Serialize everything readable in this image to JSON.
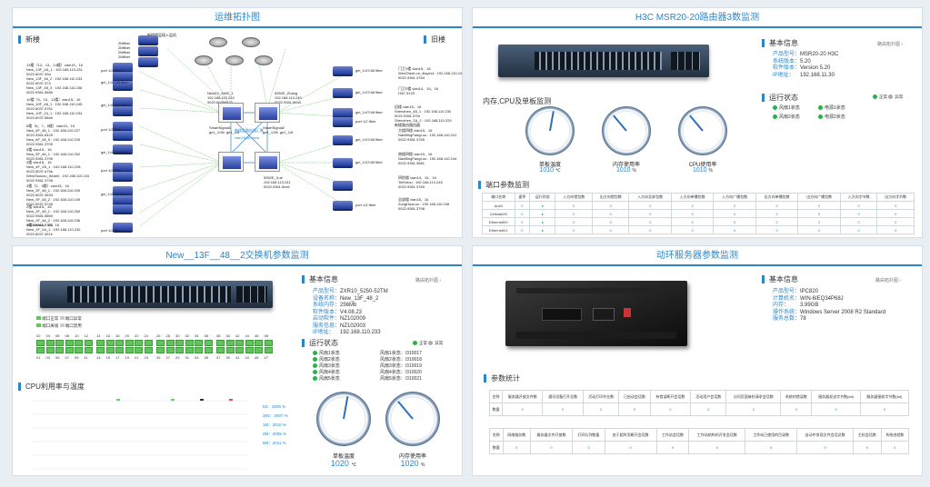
{
  "panels": {
    "topo": {
      "title": "运维拓扑图",
      "left_label": "新楼",
      "right_label": "旧楼"
    },
    "router": {
      "title": "H3C MSR20-20路由器3数监测"
    },
    "switch": {
      "title": "New__13F__48__2交换机参数监测"
    },
    "server": {
      "title": "动环服务器参数监测"
    }
  },
  "topo": {
    "top_label": "新楼楼层接入层机",
    "top_fibers": [
      "2Mfiber",
      "2Mfiber",
      "2Mfiber",
      "2Mfiber"
    ],
    "left_nodes": [
      "13楼（12、13、14楼）vlan15、16\nNew_13F_2A_1 : 192.168.110.231\n0022.6037.39d\nNew_13F_48_2 : 192.168.110.233\n0022.6037.373\nNew_13F_48_3 : 192.168.110.236\n0022.9361.5685",
      "10楼（9、10、11楼）vlan15、16\nNew_10F_48_1 : 192.168.110.245\n0022.6037.5761\nNew_10F_24_1 : 192.168.110.234\n0022.6037.58a9",
      "6楼（6、7、8楼）vlan15、16\nNew_6F_48_1 : 192.168.110.227\n0022.9361.6429\nNew_6F_48_5 : 192.168.110.226\n0022.9361.3705",
      "5楼 vlan15、16\nNew_5F_48_1 : 192.168.110.252\n0022.9361.3795",
      "4楼 vlan15、16\nNew_4F_2A_1 : 192.168.110.228\n0022.6037.a75b\nWenZhouiou_Wuerli : 192.168.110.243\n0022.9361.3795",
      "3楼（2、3楼）vlan15、16\nNew_3F_48_1 : 192.168.110.239\n0022.6037.4534\nNew_3F_48_2 : 192.168.110.249\n0022.6037.5745",
      "2楼 vlan15、16\nNew_2F_48_1 : 192.168.110.250\n0022.9361.5850\nNew_2F_48_2 : 192.168.110.236\n0022.9361.5705",
      "1楼 vlan14、15、16\nNew_1F_2A_1 : 192.168.110.232\n0022.6037.451e"
    ],
    "left_ports": [
      "port 1/2 fiber",
      "gei_1/47/48 fiber",
      "gei_1/47/48 fiber",
      "port 1/2 fiber",
      "gei_1/47/48 fiber",
      "port 1/2 fiber",
      "gei_1/47/48 fiber",
      "port 1/2 fiber"
    ],
    "core": {
      "c1": "NewZX_4900_1\n192.168.110.224\n0022.6039d570",
      "c2": "5952E_Zhang\n192.168.110.240\n0022.9361.5ea3",
      "c3": "SmartSignal1\nge1_1/36  ge1_1/8",
      "c4": "SmartSignal2\nge1_1/36  ge1_1/8",
      "c5": "5952E_Xue\n192.168.110.241\n0022.9361.5ea1",
      "trunk": "vlan15/16 trunk",
      "center": "各楼层路由器汇聚"
    },
    "right_nodes": [
      "门卫1楼 vlan15、16\nWenZhenLou_4layer4 : 192.168.110.242\n0022.9361.3764",
      "门卫2楼 vlan14、15、16\nH3C 5120",
      "旧楼 vlan15、16\nShenzhen_48_1 : 192.168.110.230\n0022.9361.57fd\nShenzhen_2A_2 : 192.168.110.229\n新楼路由路由器",
      "大楼四楼 vlan15、16\nNanBingFangLou : 192.168.110.241\n0022.9361.3765",
      "南楼四楼 vlan15、16\nNanBingFangLou : 192.168.110.244\n0022.9361.3681",
      "四阶楼 vlan14、15、16\nTieKelou : 192.168.110.245\n0022.9361.3769",
      "总部楼 vlan15、16\nZongHuaLou : 192.168.110.248\n0022.9361.3798"
    ],
    "right_ports": [
      "gei_1/47/48 fiber",
      "gei_1/47/48 fiber",
      "gei_1/47/48 fiber",
      "port 1/2 fiber",
      "gei_1/47/48 fiber",
      "gei_1/47/48 fiber",
      "port 1/2 fiber"
    ]
  },
  "router": {
    "basic_title": "基本信息",
    "link": "路由拓扑图 ›",
    "info": [
      [
        "产品型号：",
        "MSR20-20 H3C"
      ],
      [
        "系统版本：",
        "5.20"
      ],
      [
        "软件版本：",
        "Version 5.20"
      ],
      [
        "IP地址：",
        "192.168.11.30"
      ]
    ],
    "run_title": "运行状态",
    "legend_ok": "正常",
    "legend_bad": "异常",
    "status": [
      "风扇1状态",
      "电源1状态",
      "风扇2状态",
      "电源2状态"
    ],
    "cpu_title": "内存,CPU及单板监测",
    "gauges": [
      {
        "label": "单板温度",
        "value": "1010",
        "unit": "℃",
        "level": 0.3
      },
      {
        "label": "内存使用率",
        "value": "1010",
        "unit": "%",
        "level": 0.1
      },
      {
        "label": "CPU使用率",
        "value": "1010",
        "unit": "%",
        "level": 0.1
      }
    ],
    "port_title": "端口参数监测",
    "headers": [
      "端口名称",
      "速率",
      "运行状态",
      "入方向错包数",
      "出方向错包数",
      "入方向丢弃包数",
      "入方向单播包数",
      "入方向广播包数",
      "出方向单播包数",
      "出方向广播包数",
      "入方向字节数",
      "出方向字节数"
    ],
    "rows": [
      [
        "Aux0",
        "0",
        "●",
        "0",
        "0",
        "0",
        "0",
        "0",
        "0",
        "0",
        "0",
        "0"
      ],
      [
        "Cellular0/0",
        "0",
        "●",
        "0",
        "0",
        "0",
        "0",
        "0",
        "0",
        "0",
        "0",
        "0"
      ],
      [
        "Ethernet0/0",
        "0",
        "●",
        "0",
        "0",
        "0",
        "0",
        "0",
        "0",
        "0",
        "0",
        "0"
      ],
      [
        "Ethernet0/1",
        "0",
        "●",
        "0",
        "0",
        "0",
        "0",
        "0",
        "0",
        "0",
        "0",
        "0"
      ]
    ]
  },
  "switch": {
    "basic_title": "基本信息",
    "link": "路由拓扑图 ›",
    "info": [
      [
        "产品型号：",
        "ZXR10_5250-52TM"
      ],
      [
        "设备名称：",
        "New_13F_48_2"
      ],
      [
        "系统内存：",
        "256Mb"
      ],
      [
        "软件版本：",
        "V4.08.23"
      ],
      [
        "启动软件：",
        "NZ102009"
      ],
      [
        "服务信息：",
        "NZ102003"
      ],
      [
        "IP地址：",
        "192.168.110.233"
      ]
    ],
    "legend": [
      "端口正常",
      "端口异常",
      "端口离线",
      "端口禁用"
    ],
    "top_ports": [
      "02",
      "04",
      "06",
      "08",
      "10",
      "12",
      "14",
      "16",
      "18",
      "20",
      "22",
      "24",
      "26",
      "28",
      "30",
      "32",
      "34",
      "36",
      "38",
      "40",
      "42",
      "44",
      "46",
      "48"
    ],
    "bottom_ports": [
      "01",
      "03",
      "05",
      "07",
      "09",
      "11",
      "13",
      "15",
      "17",
      "19",
      "21",
      "23",
      "25",
      "27",
      "29",
      "31",
      "33",
      "35",
      "37",
      "39",
      "41",
      "43",
      "45",
      "47"
    ],
    "cpu_title": "CPU利用率与温度",
    "chart_legend": [
      "5S：2006 %",
      "30S：2007 %",
      "1M：2010 %",
      "2M：2005 %",
      "5M：2011 %"
    ],
    "run_title": "运行状态",
    "legend_ok": "正常",
    "legend_bad": "异常",
    "status_left": [
      "风扇1状态",
      "风扇2状态",
      "风扇3状态",
      "风扇4状态",
      "风扇5状态"
    ],
    "status_right": [
      "风扇1状态：/310017",
      "风扇2状态：/310018",
      "风扇3状态：/310019",
      "风扇4状态：/310020",
      "风扇5状态：/310021"
    ],
    "gauges": [
      {
        "label": "单板温度",
        "value": "1020",
        "unit": "℃",
        "level": 0.3
      },
      {
        "label": "内存使用率",
        "value": "1020",
        "unit": "%",
        "level": 0.1
      }
    ]
  },
  "server": {
    "basic_title": "基本信息",
    "link": "路由拓扑图 ›",
    "info": [
      [
        "产品型号：",
        "IPC820"
      ],
      [
        "计算机名：",
        "WIN-6IEQ34P68J"
      ],
      [
        "内存：",
        "3.99GB"
      ],
      [
        "操作系统：",
        "Windows Server 2008 R2 Standard"
      ],
      [
        "服务总数：",
        "78"
      ]
    ],
    "stat_title": "参数统计",
    "t1_headers": [
      "名称",
      "服务器开放文件数",
      "通讯设备打开总数",
      "活动打印作业数",
      "已启动会话数",
      "有错误断开会话数",
      "活动用户会话数",
      "访问页面每秒请求会话数",
      "系统的错误数",
      "服务器发送字节数(bit)",
      "服务器接收字节数(bit)"
    ],
    "t1_row": [
      "数量",
      "0",
      "0",
      "0",
      "0",
      "0",
      "0",
      "0",
      "0",
      "0",
      "0"
    ],
    "t2_headers": [
      "名称",
      "网络服务数",
      "服务器文件开放数",
      "打印队列数量",
      "由于超时而断开会话数",
      "工作站会话数",
      "工作站结构的开发会话数",
      "工作站已使用的目录数",
      "自动中发现文件会话总数",
      "主机会话数",
      "系统进程数"
    ],
    "t2_row": [
      "数量",
      "0",
      "0",
      "0",
      "0",
      "0",
      "0",
      "0",
      "0",
      "0",
      "0"
    ]
  }
}
